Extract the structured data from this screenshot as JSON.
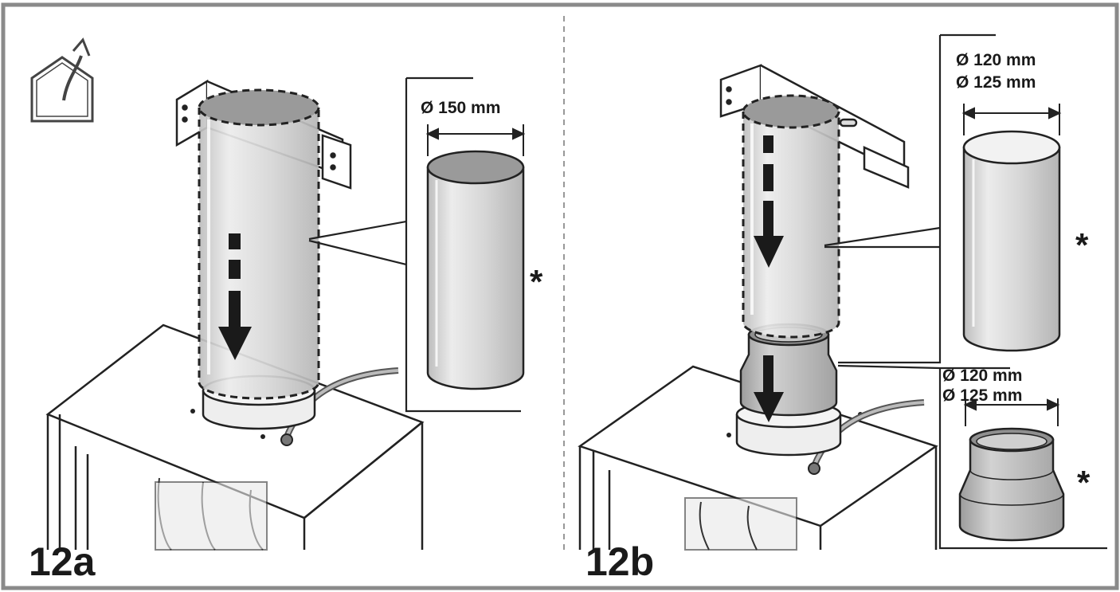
{
  "panel_a": {
    "figure_label": "12a",
    "dimension": "Ø 150 mm",
    "asterisk": "*",
    "mode_icon": "exhaust-air-house-icon"
  },
  "panel_b": {
    "figure_label": "12b",
    "pipe_dimension_1": "Ø 120 mm",
    "pipe_dimension_2": "Ø 125 mm",
    "pipe_asterisk": "*",
    "reducer_dimension_1": "Ø 120 mm",
    "reducer_dimension_2": "Ø 125 mm",
    "reducer_asterisk": "*"
  },
  "colors": {
    "frame": "#8a8a8a",
    "pipe_fill": "#d9d9d9",
    "pipe_top": "#9a9a9a",
    "line": "#1a1a1a"
  }
}
